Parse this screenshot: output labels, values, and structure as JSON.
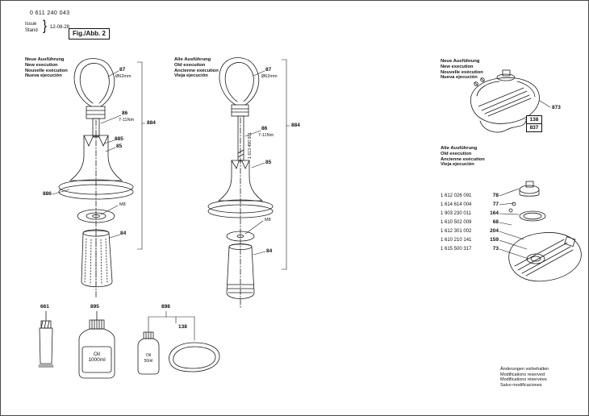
{
  "header": {
    "document_number": "0 611 240 043",
    "issue_label": "Issue",
    "stand_label": "Stand",
    "brace": "}",
    "date": "12-08-28",
    "figure_label": "Fig./Abb. 2"
  },
  "execution_labels": {
    "new": {
      "de": "Neue Ausführung",
      "en": "New execution",
      "fr": "Nouvelle exécution",
      "es": "Nueva ejecución"
    },
    "old": {
      "de": "Alte Ausführung",
      "en": "Old execution",
      "fr": "Ancienne exécution",
      "es": "Vieja ejecución"
    }
  },
  "handle_new": {
    "c87": "87",
    "dia": "Ø62mm",
    "c86": "86",
    "torque": "7-11Nm",
    "c884": "884",
    "c885": "885",
    "c85": "85",
    "c886": "886",
    "thread": "M8",
    "c84": "84"
  },
  "handle_old": {
    "c87": "87",
    "dia": "Ø62mm",
    "part_no_vertical": "1 613 490 001",
    "c86": "86",
    "torque": "7-11Nm",
    "c884": "884",
    "c85": "85",
    "thread": "M8",
    "c84": "84"
  },
  "lubricants": {
    "c661": "661",
    "c895": "895",
    "c898": "898",
    "c138": "138",
    "bottle_large_line1": "Oil",
    "bottle_large_line2": "1000ml",
    "bottle_small_line1": "Oil",
    "bottle_small_line2": "50ml"
  },
  "housing_new": {
    "c873": "873",
    "box1": "138",
    "box2": "837"
  },
  "housing_old_parts": [
    {
      "number": "1 612 026 091",
      "id": "78"
    },
    {
      "number": "1 614 614 004",
      "id": "77"
    },
    {
      "number": "1 903 230 011",
      "id": "164"
    },
    {
      "number": "1 610 502 009",
      "id": "68"
    },
    {
      "number": "1 612 301 002",
      "id": "204"
    },
    {
      "number": "1 610 210 141",
      "id": "159"
    },
    {
      "number": "1 615 500 317",
      "id": "73"
    }
  ],
  "footer": {
    "de": "Änderungen vorbehalten",
    "en": "Modifications reserved",
    "fr": "Modifications réservées",
    "es": "Salvo modificaciones"
  }
}
